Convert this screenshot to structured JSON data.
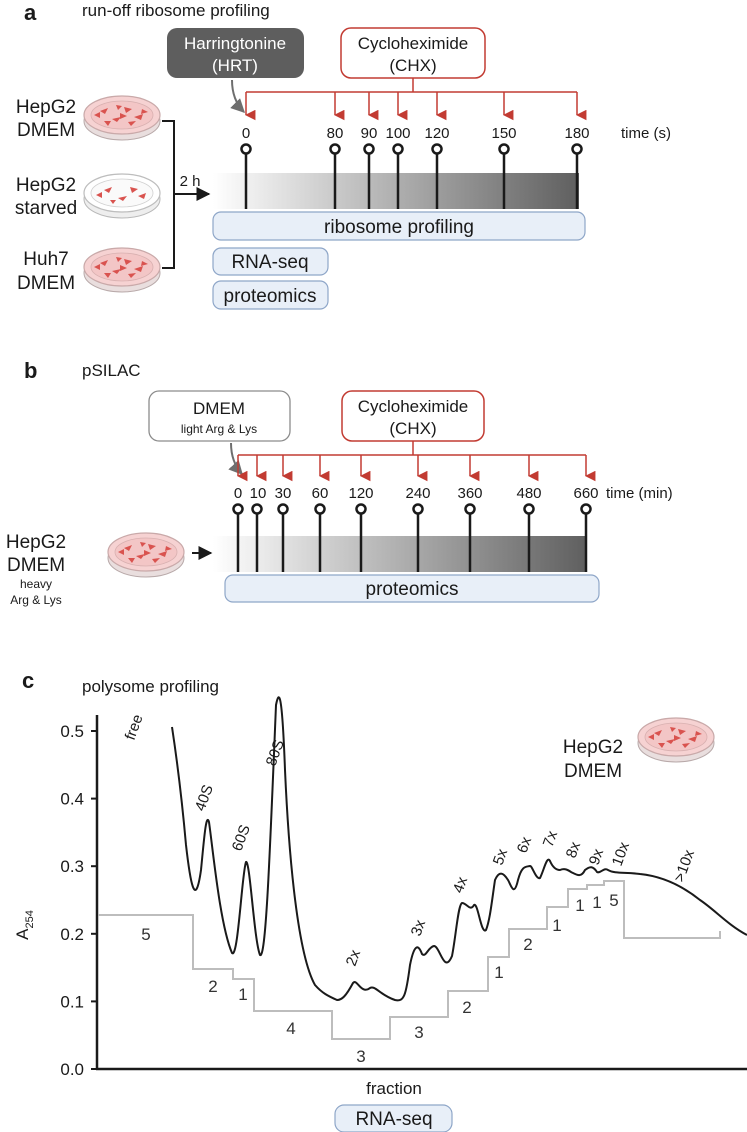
{
  "panel_a": {
    "letter": "a",
    "title": "run-off ribosome profiling",
    "drug_box": {
      "line1": "Harringtonine",
      "line2": "(HRT)"
    },
    "chx_box": {
      "line1": "Cycloheximide",
      "line2": "(CHX)"
    },
    "conditions": [
      {
        "line1": "HepG2",
        "line2": "DMEM"
      },
      {
        "line1": "HepG2",
        "line2": "starved"
      },
      {
        "line1": "Huh7",
        "line2": "DMEM"
      }
    ],
    "pretreat_label": "2 h",
    "timepoints": [
      "0",
      "80",
      "90",
      "100",
      "120",
      "150",
      "180"
    ],
    "time_unit": "time (s)",
    "assays": [
      "ribosome profiling",
      "RNA-seq",
      "proteomics"
    ]
  },
  "panel_b": {
    "letter": "b",
    "title": "pSILAC",
    "medium_box": {
      "line1": "DMEM",
      "line2": "light Arg & Lys"
    },
    "chx_box": {
      "line1": "Cycloheximide",
      "line2": "(CHX)"
    },
    "condition": {
      "line1": "HepG2",
      "line2": "DMEM",
      "line3": "heavy",
      "line4": "Arg & Lys"
    },
    "timepoints": [
      "0",
      "10",
      "30",
      "60",
      "120",
      "240",
      "360",
      "480",
      "660"
    ],
    "time_unit": "time (min)",
    "assay": "proteomics"
  },
  "panel_c": {
    "letter": "c",
    "title": "polysome profiling",
    "sample": {
      "line1": "HepG2",
      "line2": "DMEM"
    },
    "bottom_assay": "RNA-seq"
  },
  "chart_data": {
    "type": "line",
    "ylabel": "A254",
    "ylabel_main": "A",
    "ylabel_sub": "254",
    "xlabel": "fraction",
    "ylim": [
      0.0,
      0.5
    ],
    "yticks": [
      "0.0",
      "0.1",
      "0.2",
      "0.3",
      "0.4",
      "0.5"
    ],
    "peak_labels": [
      "free",
      "40S",
      "60S",
      "80S",
      "2x",
      "3x",
      "4x",
      "5x",
      "6x",
      "7x",
      "8x",
      "9x",
      "10x",
      ">10x"
    ],
    "fraction_counts": [
      "5",
      "2",
      "1",
      "4",
      "3",
      "3",
      "2",
      "1",
      "2",
      "1",
      "1",
      "1",
      "5"
    ]
  },
  "colors": {
    "chx_red": "#c23b32",
    "drug_gray": "#5e5e5e",
    "assay_fill": "#e8eff8",
    "assay_border": "#8ea6c8",
    "dish_pink": "#f3c6c6",
    "cell_red": "#d9534f"
  }
}
